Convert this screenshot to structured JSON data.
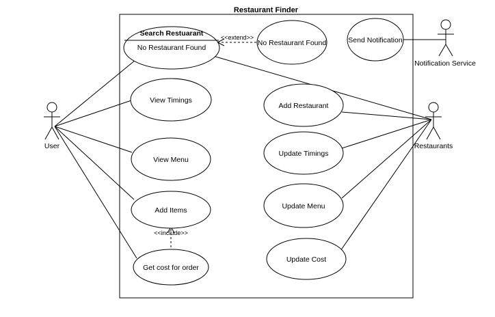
{
  "diagram": {
    "title": "Restaurant Finder",
    "actors": {
      "user": "User",
      "restaurants": "Restaurants",
      "notification": "Notification Service"
    },
    "use_cases": {
      "search_title": "Search Restuarant",
      "search_ext_point": "No Restaurant Found",
      "no_restaurant_found": "No Restaurant Found",
      "send_notification": "Send Notification",
      "view_timings": "View Timings",
      "view_menu": "View Menu",
      "add_items": "Add Items",
      "get_cost": "Get cost for order",
      "add_restaurant": "Add Restaurant",
      "update_timings": "Update Timings",
      "update_menu": "Update Menu",
      "update_cost": "Update Cost"
    },
    "stereotypes": {
      "extend": "<<extend>>",
      "include": "<<include>>"
    }
  }
}
